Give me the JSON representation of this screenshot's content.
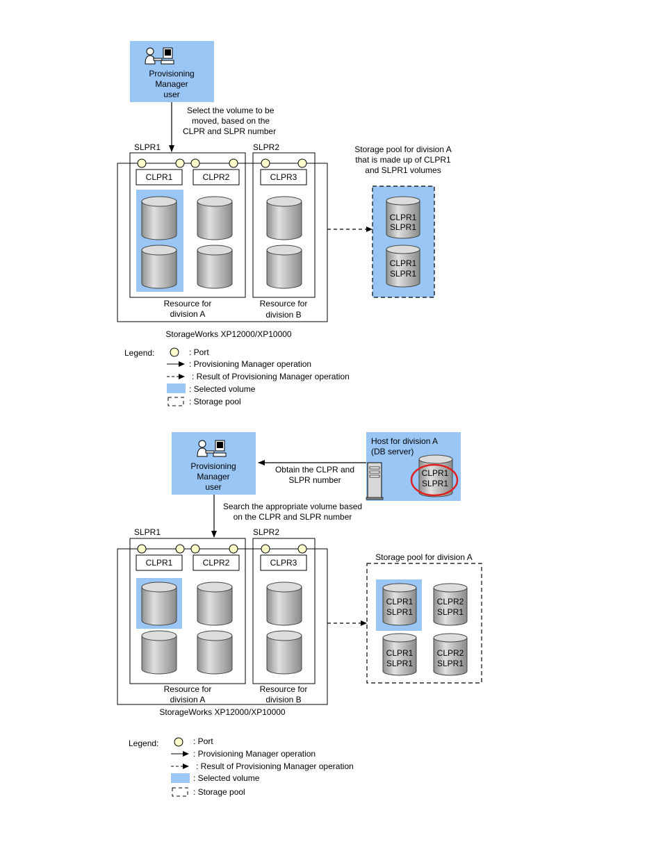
{
  "diagram1": {
    "user_box": {
      "line1": "Provisioning",
      "line2": "Manager",
      "line3": "user"
    },
    "select_note": {
      "line1": "Select the volume to be",
      "line2": "moved, based on the",
      "line3": "CLPR and SLPR number"
    },
    "slpr1": "SLPR1",
    "slpr2": "SLPR2",
    "clpr1": "CLPR1",
    "clpr2": "CLPR2",
    "clpr3": "CLPR3",
    "resource_a": {
      "line1": "Resource for",
      "line2": "division A"
    },
    "resource_b": {
      "line1": "Resource for",
      "line2": "division B"
    },
    "storage_name": "StorageWorks XP12000/XP10000",
    "pool_note": {
      "line1": "Storage pool for division A",
      "line2": "that is made up of CLPR1",
      "line3": "and SLPR1 volumes"
    },
    "pool_volumes": [
      {
        "clpr": "CLPR1",
        "slpr": "SLPR1"
      },
      {
        "clpr": "CLPR1",
        "slpr": "SLPR1"
      }
    ],
    "legend": {
      "title": "Legend:",
      "port": ": Port",
      "operation": ": Provisioning Manager operation",
      "result": ": Result of Provisioning Manager operation",
      "selected": ": Selected volume",
      "pool": ": Storage pool"
    }
  },
  "diagram2": {
    "user_box": {
      "line1": "Provisioning",
      "line2": "Manager",
      "line3": "user"
    },
    "host_box": {
      "line1": "Host for division A",
      "line2": "(DB server)",
      "clpr": "CLPR1",
      "slpr": "SLPR1"
    },
    "obtain_note": {
      "line1": "Obtain the CLPR and",
      "line2": "SLPR number"
    },
    "search_note": {
      "line1": "Search the appropriate volume based",
      "line2": "on the CLPR and SLPR number"
    },
    "slpr1": "SLPR1",
    "slpr2": "SLPR2",
    "clpr1": "CLPR1",
    "clpr2": "CLPR2",
    "clpr3": "CLPR3",
    "resource_a": {
      "line1": "Resource for",
      "line2": "division A"
    },
    "resource_b": {
      "line1": "Resource for",
      "line2": "division B"
    },
    "storage_name": "StorageWorks XP12000/XP10000",
    "pool_title": "Storage pool for division A",
    "pool_volumes": [
      {
        "clpr": "CLPR1",
        "slpr": "SLPR1"
      },
      {
        "clpr": "CLPR2",
        "slpr": "SLPR1"
      },
      {
        "clpr": "CLPR1",
        "slpr": "SLPR1"
      },
      {
        "clpr": "CLPR2",
        "slpr": "SLPR1"
      }
    ],
    "legend": {
      "title": "Legend:",
      "port": ": Port",
      "operation": ": Provisioning Manager operation",
      "result": ": Result of Provisioning Manager operation",
      "selected": ": Selected volume",
      "pool": ": Storage pool"
    }
  },
  "colors": {
    "selected_blue": "#99c6f5",
    "port_yellow": "#ffffcc",
    "cylinder_gray": "#c4c4c4",
    "highlight_red": "#e01f1f"
  }
}
